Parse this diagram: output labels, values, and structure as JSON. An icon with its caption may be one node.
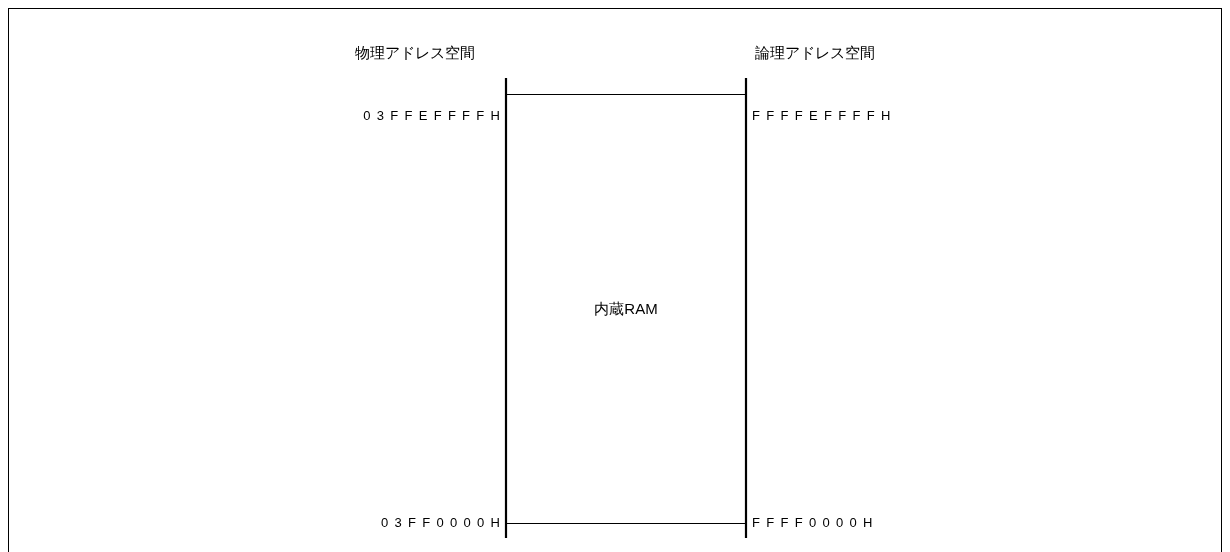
{
  "diagram": {
    "nodes": [
      {
        "text": [
          "内蔵RAM"
        ]
      }
    ],
    "labels": [
      "物理アドレス空間",
      "論理アドレス空間",
      "03FFEFFFFH",
      "FFFFEFFFFH",
      "03FF0000H",
      "FFFF0000H"
    ]
  }
}
